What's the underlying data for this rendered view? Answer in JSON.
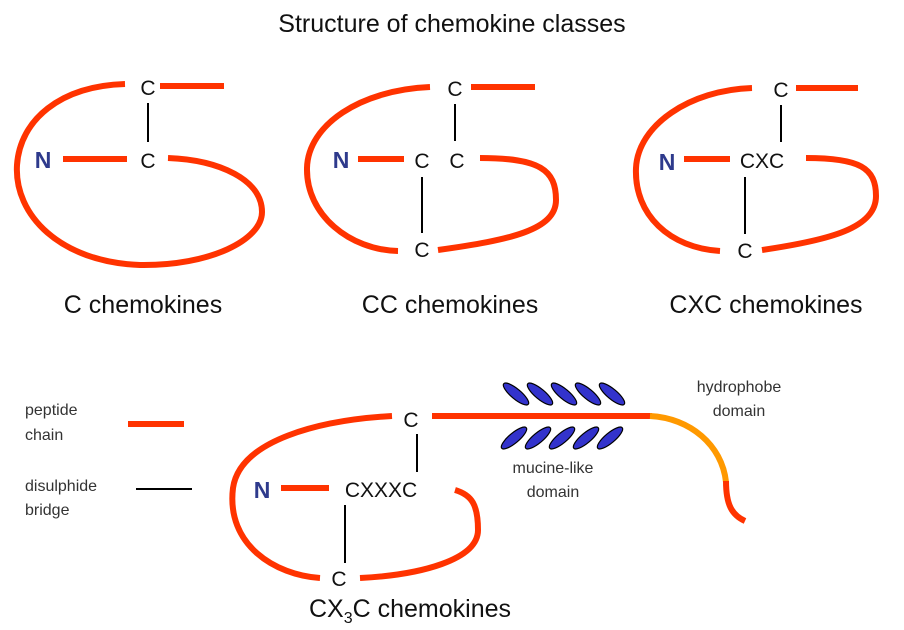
{
  "title": "Structure of chemokine classes",
  "colors": {
    "peptide_chain": "#ff3300",
    "disulphide_bridge": "#000000",
    "n_terminus": "#2e3a8c",
    "hydrophobe_domain": "#ff9900",
    "mucine_glycans": "#3333cc"
  },
  "classes": [
    {
      "id": "c",
      "name": "C chemokines",
      "n_label": "N",
      "motif": "C",
      "top_cys": "C"
    },
    {
      "id": "cc",
      "name": "CC chemokines",
      "n_label": "N",
      "motif_left": "C",
      "motif_right": "C",
      "top_cys": "C",
      "bottom_cys": "C"
    },
    {
      "id": "cxc",
      "name": "CXC chemokines",
      "n_label": "N",
      "motif": "CXC",
      "top_cys": "C",
      "bottom_cys": "C"
    },
    {
      "id": "cx3c",
      "name_prefix": "CX",
      "name_sub": "3",
      "name_suffix": "C chemokines",
      "n_label": "N",
      "motif": "CXXXC",
      "top_cys": "C",
      "bottom_cys": "C"
    }
  ],
  "domains": {
    "mucine_line1": "mucine-like",
    "mucine_line2": "domain",
    "hydrophobe_line1": "hydrophobe",
    "hydrophobe_line2": "domain"
  },
  "legend": {
    "peptide_line1": "peptide",
    "peptide_line2": "chain",
    "bridge_line1": "disulphide",
    "bridge_line2": "bridge"
  }
}
